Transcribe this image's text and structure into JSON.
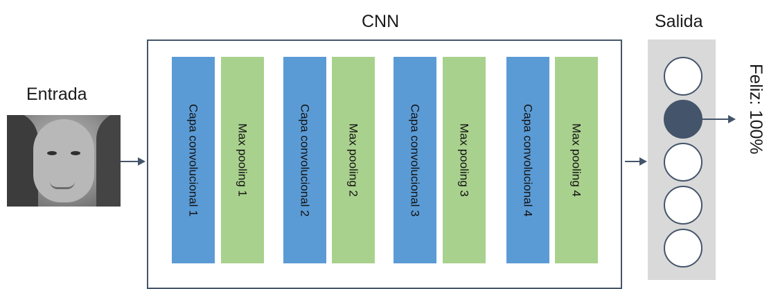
{
  "input": {
    "title": "Entrada"
  },
  "cnn": {
    "title": "CNN",
    "layers": [
      {
        "label": "Capa convolucional 1",
        "type": "conv"
      },
      {
        "label": "Max pooling 1",
        "type": "pool"
      },
      {
        "label": "Capa convolucional 2",
        "type": "conv"
      },
      {
        "label": "Max pooling 2",
        "type": "pool"
      },
      {
        "label": "Capa convolucional 3",
        "type": "conv"
      },
      {
        "label": "Max pooling 3",
        "type": "pool"
      },
      {
        "label": "Capa convolucional 4",
        "type": "conv"
      },
      {
        "label": "Max pooling 4",
        "type": "pool"
      }
    ]
  },
  "output": {
    "title": "Salida",
    "neurons": 5,
    "active_neuron": 2,
    "result": "Feliz: 100%"
  },
  "colors": {
    "conv": "#5b9bd5",
    "pool": "#a9d18e",
    "border": "#44546a",
    "output_panel": "#d9d9d9"
  }
}
